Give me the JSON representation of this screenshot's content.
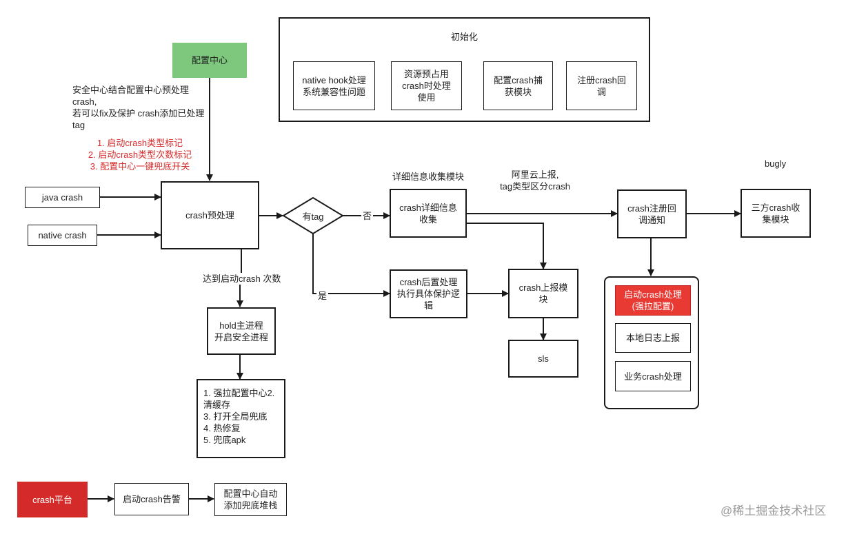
{
  "colors": {
    "config_center_fill": "#7ec87e",
    "crash_platform_fill": "#d42a2a",
    "highlight_fill": "#e83a33",
    "red_text": "#d62b2b"
  },
  "init": {
    "title": "初始化",
    "items": [
      "native hook处理\n系统兼容性问题",
      "资源预占用\ncrash时处理\n使用",
      "配置crash捕\n获模块",
      "注册crash回\n调"
    ]
  },
  "config_center": "配置中心",
  "security_note": "安全中心结合配置中心预处理\ncrash,\n若可以fix及保护 crash添加已处理\ntag",
  "red_notes": "1. 启动crash类型标记\n2. 启动crash类型次数标记\n3. 配置中心一键兜底开关",
  "inputs": {
    "java": "java crash",
    "native": "native crash"
  },
  "preprocess": "crash预处理",
  "decision": "有tag",
  "edge_no": "否",
  "edge_yes": "是",
  "reach_count": "达到启动crash 次数",
  "hold_process": "hold主进程\n开启安全进程",
  "recovery_steps": "1. 强拉配置中心2.\n清缓存\n3. 打开全局兜底\n4.  热修复\n5. 兜底apk",
  "detail_label": "详细信息收集模块",
  "detail_box": "crash详细信息\n收集",
  "post_process": "crash后置处理\n执行具体保护逻\n辑",
  "aliyun_note": "阿里云上报,\ntag类型区分crash",
  "report_module": "crash上报模\n块",
  "sls": "sls",
  "callback_notify": "crash注册回\n调通知",
  "bugly_label": "bugly",
  "third_party": "三方crash收\n集模块",
  "startup_handling": "启动crash处理\n(强拉配置)",
  "local_log": "本地日志上报",
  "business_handling": "业务crash处理",
  "crash_platform": "crash平台",
  "startup_alarm": "启动crash告警",
  "auto_add_stack": "配置中心自动\n添加兜底堆栈",
  "watermark": "@稀土掘金技术社区"
}
